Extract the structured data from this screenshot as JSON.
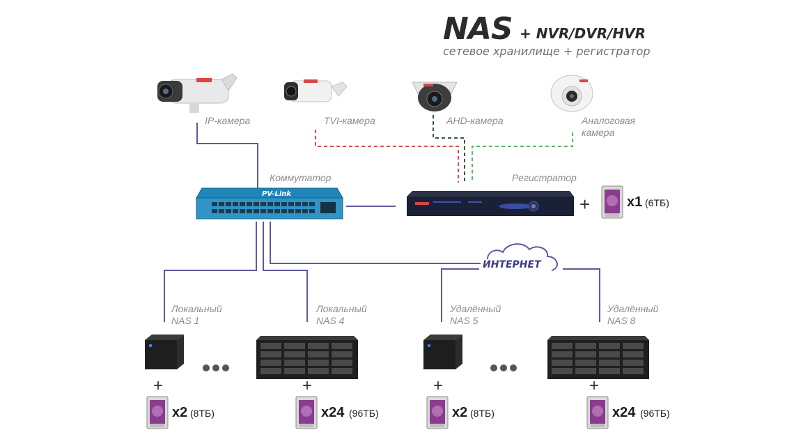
{
  "title": {
    "main": "NAS",
    "suffix": "+ NVR/DVR/HVR",
    "subtitle": "сетевое хранилище + регистратор"
  },
  "cameras": [
    {
      "label": "IP-камера"
    },
    {
      "label": "TVI-камера"
    },
    {
      "label": "AHD-камера"
    },
    {
      "label_line1": "Аналоговая",
      "label_line2": "камера"
    }
  ],
  "switch": {
    "label": "Коммутатор",
    "brand": "PV-Link"
  },
  "recorder": {
    "label": "Регистратор",
    "plus": "+",
    "count": "x1",
    "capacity": "(6ТБ)"
  },
  "internet": {
    "label": "ИНТЕРНЕТ"
  },
  "nas_units": [
    {
      "line1": "Локальный",
      "line2": "NAS 1",
      "plus": "+",
      "count": "x2",
      "capacity": "(8ТБ)"
    },
    {
      "line1": "Локальный",
      "line2": "NAS 4",
      "plus": "+",
      "count": "x24",
      "capacity": "(96ТБ)"
    },
    {
      "line1": "Удалённый",
      "line2": "NAS 5",
      "plus": "+",
      "count": "x2",
      "capacity": "(8ТБ)"
    },
    {
      "line1": "Удалённый",
      "line2": "NAS 8",
      "plus": "+",
      "count": "x24",
      "capacity": "(96ТБ)"
    }
  ],
  "colors": {
    "link_purple": "#5c5a9c",
    "tvi_red": "#e04848",
    "ahd_dark": "#2f5a3a",
    "analog_green": "#5cb85c",
    "switch_blue": "#2f95c7",
    "hdd_purple": "#8a3c8f"
  }
}
